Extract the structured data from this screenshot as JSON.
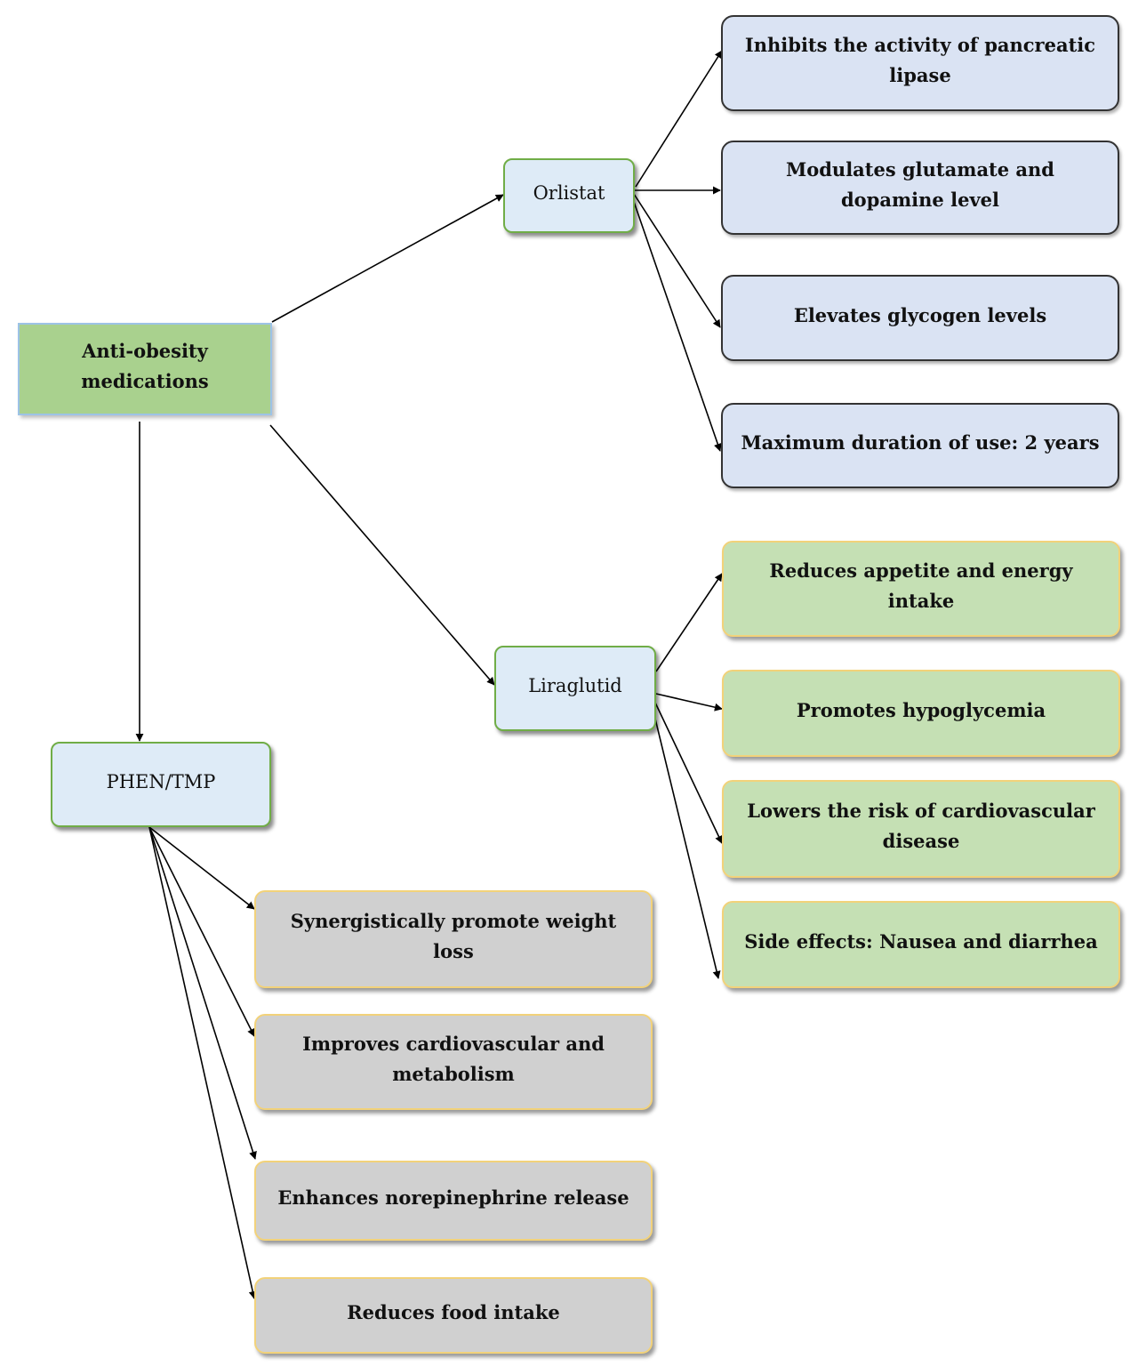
{
  "root": {
    "label_line1": "Anti-obesity",
    "label_line2": "medications"
  },
  "drugs": {
    "orlistat": {
      "label": "Orlistat",
      "effects": [
        {
          "line1": "Inhibits the activity of pancreatic",
          "line2": "lipase"
        },
        {
          "line1": "Modulates glutamate and",
          "line2": "dopamine level"
        },
        {
          "line1": "Elevates glycogen levels",
          "line2": ""
        },
        {
          "line1": "Maximum duration of use: 2 years",
          "line2": ""
        }
      ]
    },
    "liraglutid": {
      "label": "Liraglutid",
      "effects": [
        {
          "line1": "Reduces appetite and energy",
          "line2": "intake"
        },
        {
          "line1": "Promotes hypoglycemia",
          "line2": ""
        },
        {
          "line1": "Lowers the risk of cardiovascular",
          "line2": "disease"
        },
        {
          "line1": "Side effects: Nausea and diarrhea",
          "line2": ""
        }
      ]
    },
    "phen_tmp": {
      "label": "PHEN/TMP",
      "effects": [
        {
          "line1": "Synergistically promote weight",
          "line2": "loss"
        },
        {
          "line1": "Improves cardiovascular and",
          "line2": "metabolism"
        },
        {
          "line1": "Enhances norepinephrine release",
          "line2": ""
        },
        {
          "line1": "Reduces food intake",
          "line2": ""
        }
      ]
    }
  },
  "colors": {
    "root_fill": "#a9d18e",
    "drug_fill": "#deebf7",
    "orlistat_effect_fill": "#dae3f3",
    "liraglutid_effect_fill": "#c5e0b4",
    "phen_effect_fill": "#d0d0d0",
    "arrow": "#000000"
  }
}
